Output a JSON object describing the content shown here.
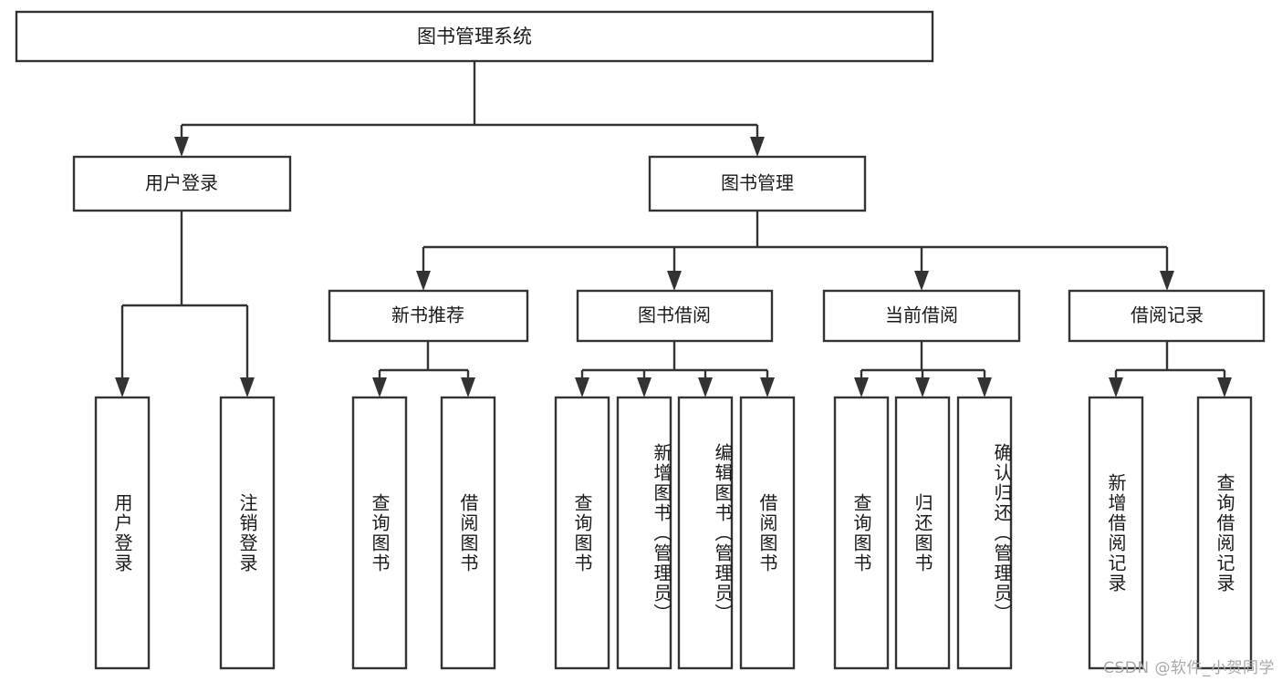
{
  "diagram": {
    "title": "图书管理系统",
    "type": "tree-hierarchy-chart",
    "orientation": "top-down",
    "box_fill": "#ffffff",
    "box_stroke": "#333333",
    "text_color": "#1a1a1a",
    "background": "#ffffff"
  },
  "root": {
    "label": "图书管理系统"
  },
  "level2": [
    {
      "label": "用户登录"
    },
    {
      "label": "图书管理"
    }
  ],
  "level3": [
    {
      "label": "新书推荐"
    },
    {
      "label": "图书借阅"
    },
    {
      "label": "当前借阅"
    },
    {
      "label": "借阅记录"
    }
  ],
  "leaves": {
    "user_login": [
      {
        "label": "用户登录"
      },
      {
        "label": "注销登录"
      }
    ],
    "new_book_recommend": [
      {
        "label": "查询图书"
      },
      {
        "label": "借阅图书"
      }
    ],
    "book_borrow": [
      {
        "label": "查询图书"
      },
      {
        "label": "新增图书（管理员）"
      },
      {
        "label": "编辑图书（管理员）"
      },
      {
        "label": "借阅图书"
      }
    ],
    "current_borrow": [
      {
        "label": "查询图书"
      },
      {
        "label": "归还图书"
      },
      {
        "label": "确认归还（管理员）"
      }
    ],
    "borrow_record": [
      {
        "label": "新增借阅记录"
      },
      {
        "label": "查询借阅记录"
      }
    ]
  },
  "watermark": {
    "text": "CSDN @软件_小贺同学"
  }
}
